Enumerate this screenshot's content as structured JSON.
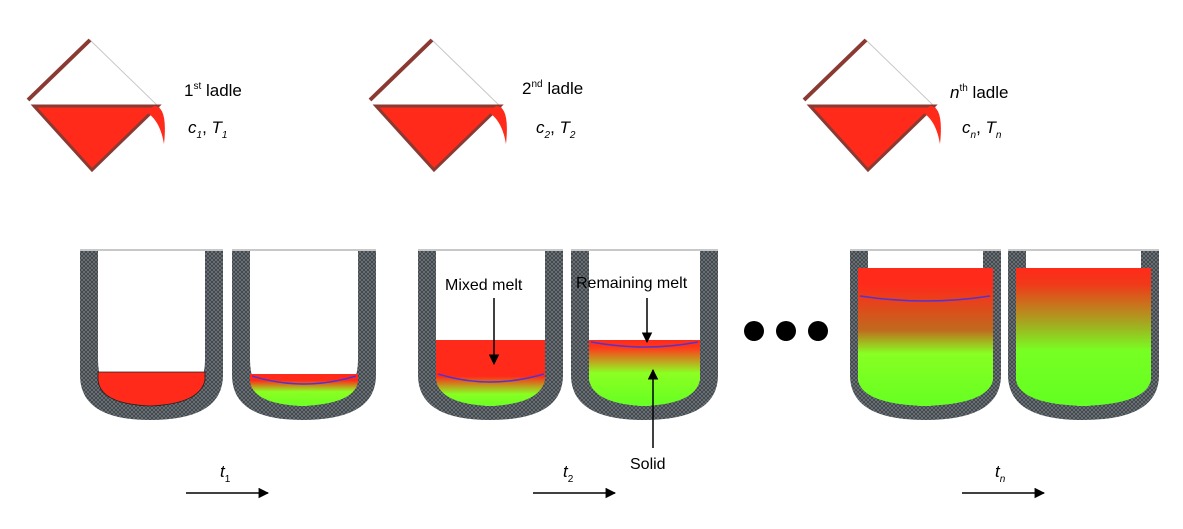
{
  "ladles": [
    {
      "ordinal": "1",
      "ordinal_suffix": "st",
      "label": " ladle",
      "c_symbol": "c",
      "c_sub": "1",
      "separator": ", ",
      "t_symbol": "T",
      "t_sub": "1"
    },
    {
      "ordinal": "2",
      "ordinal_suffix": "nd",
      "label": " ladle",
      "c_symbol": "c",
      "c_sub": "2",
      "separator": ", ",
      "t_symbol": "T",
      "t_sub": "2"
    },
    {
      "ordinal": "n",
      "ordinal_suffix": "th",
      "label": " ladle",
      "c_symbol": "c",
      "c_sub": "n",
      "separator": ", ",
      "t_symbol": "T",
      "t_sub": "n"
    }
  ],
  "annotations": {
    "mixed_melt": "Mixed melt",
    "remaining_melt": "Remaining melt",
    "solid": "Solid"
  },
  "time_labels": [
    {
      "symbol": "t",
      "sub": "1"
    },
    {
      "symbol": "t",
      "sub": "2"
    },
    {
      "symbol": "t",
      "sub": "n"
    }
  ],
  "colors": {
    "melt": "#ff2a1a",
    "solid": "#66ff22",
    "crucible_wall": "#4a5055",
    "ladle_shell": "#8a3a32",
    "interface_line": "#5533cc"
  }
}
